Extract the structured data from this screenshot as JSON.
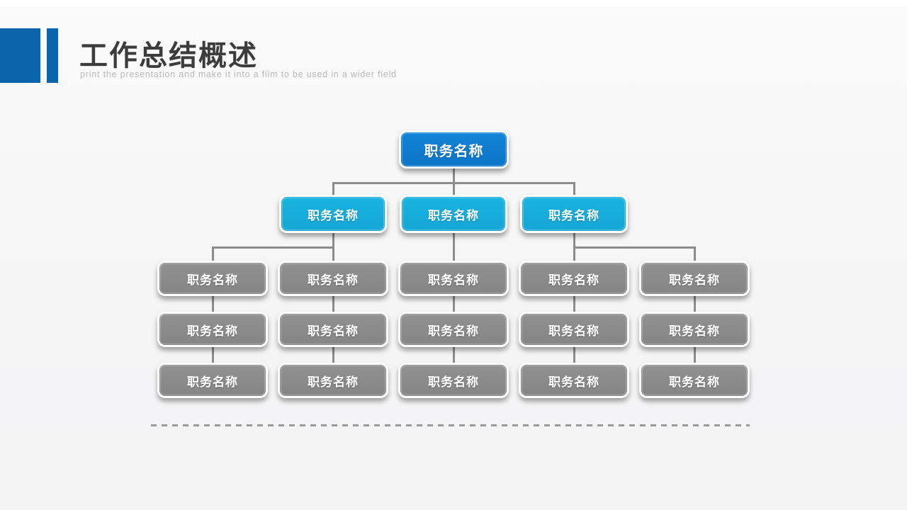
{
  "slide": {
    "title": "工作总结概述",
    "subtitle": "print the presentation and make it into a film to be used in a wider field"
  },
  "org_chart": {
    "node_label": "职务名称",
    "levels": [
      {
        "name": "level-1",
        "node_count": 1,
        "color": "#0d7ccd"
      },
      {
        "name": "level-2",
        "node_count": 3,
        "color": "#17addb"
      },
      {
        "name": "level-3",
        "node_count": 5,
        "color": "#8b8b8b"
      },
      {
        "name": "level-4",
        "node_count": 5,
        "color": "#8b8b8b"
      },
      {
        "name": "level-5",
        "node_count": 5,
        "color": "#8b8b8b"
      }
    ],
    "connector_color": "#8c8c8c"
  },
  "colors": {
    "header_accent": "#0b65ad",
    "background": "#f6f6f6",
    "title_text": "#3c3c3c",
    "subtitle_text": "#b9b9b9"
  }
}
